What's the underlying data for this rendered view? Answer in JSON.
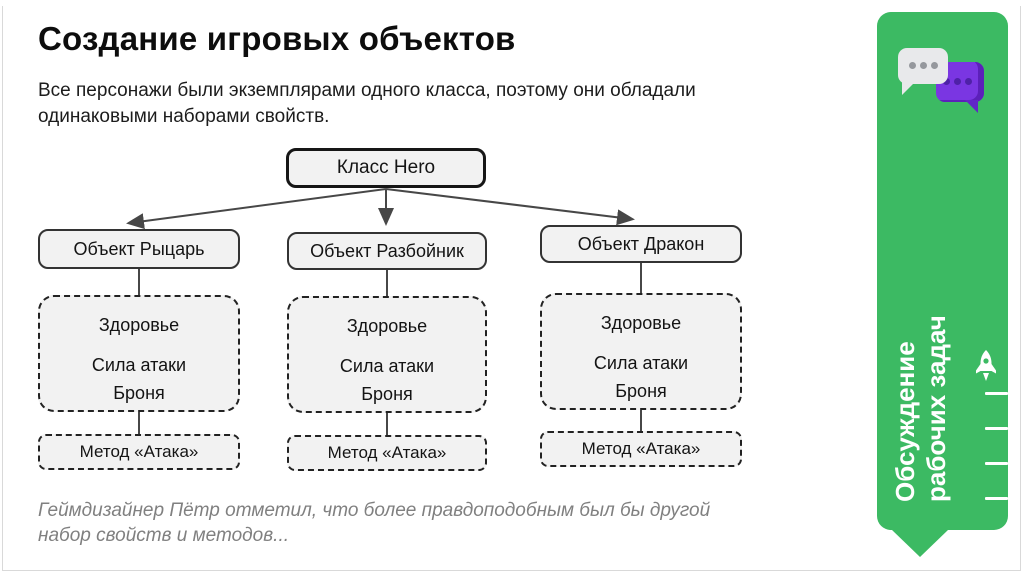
{
  "header": {
    "title": "Создание игровых объектов",
    "intro": "Все персонажи были экземплярами одного класса, поэтому они обладали одинаковыми наборами свойств."
  },
  "diagram": {
    "root_label": "Класс Hero",
    "columns": [
      {
        "object_label": "Объект Рыцарь",
        "properties": [
          "Здоровье",
          "Сила атаки",
          "Броня"
        ],
        "method_label": "Метод «Атака»"
      },
      {
        "object_label": "Объект Разбойник",
        "properties": [
          "Здоровье",
          "Сила атаки",
          "Броня"
        ],
        "method_label": "Метод «Атака»"
      },
      {
        "object_label": "Объект Дракон",
        "properties": [
          "Здоровье",
          "Сила атаки",
          "Броня"
        ],
        "method_label": "Метод «Атака»"
      }
    ]
  },
  "footnote": "Геймдизайнер Пётр отметил, что более правдоподобным был бы другой набор свойств и методов...",
  "banner": {
    "title_line1": "Обсуждение",
    "title_line2": "рабочих задач",
    "icons": [
      "chat-bubbles-icon",
      "rocket-icon"
    ],
    "colors": {
      "background": "#3cba63",
      "bubble_gray": "#e8e9eb",
      "bubble_purple": "#7a36e2",
      "bubble_purple_dark": "#5c20ba",
      "text": "#ffffff"
    }
  },
  "diagram_colors": {
    "box_fill": "#f2f2f2",
    "box_border": "#222222",
    "connector": "#474747"
  }
}
